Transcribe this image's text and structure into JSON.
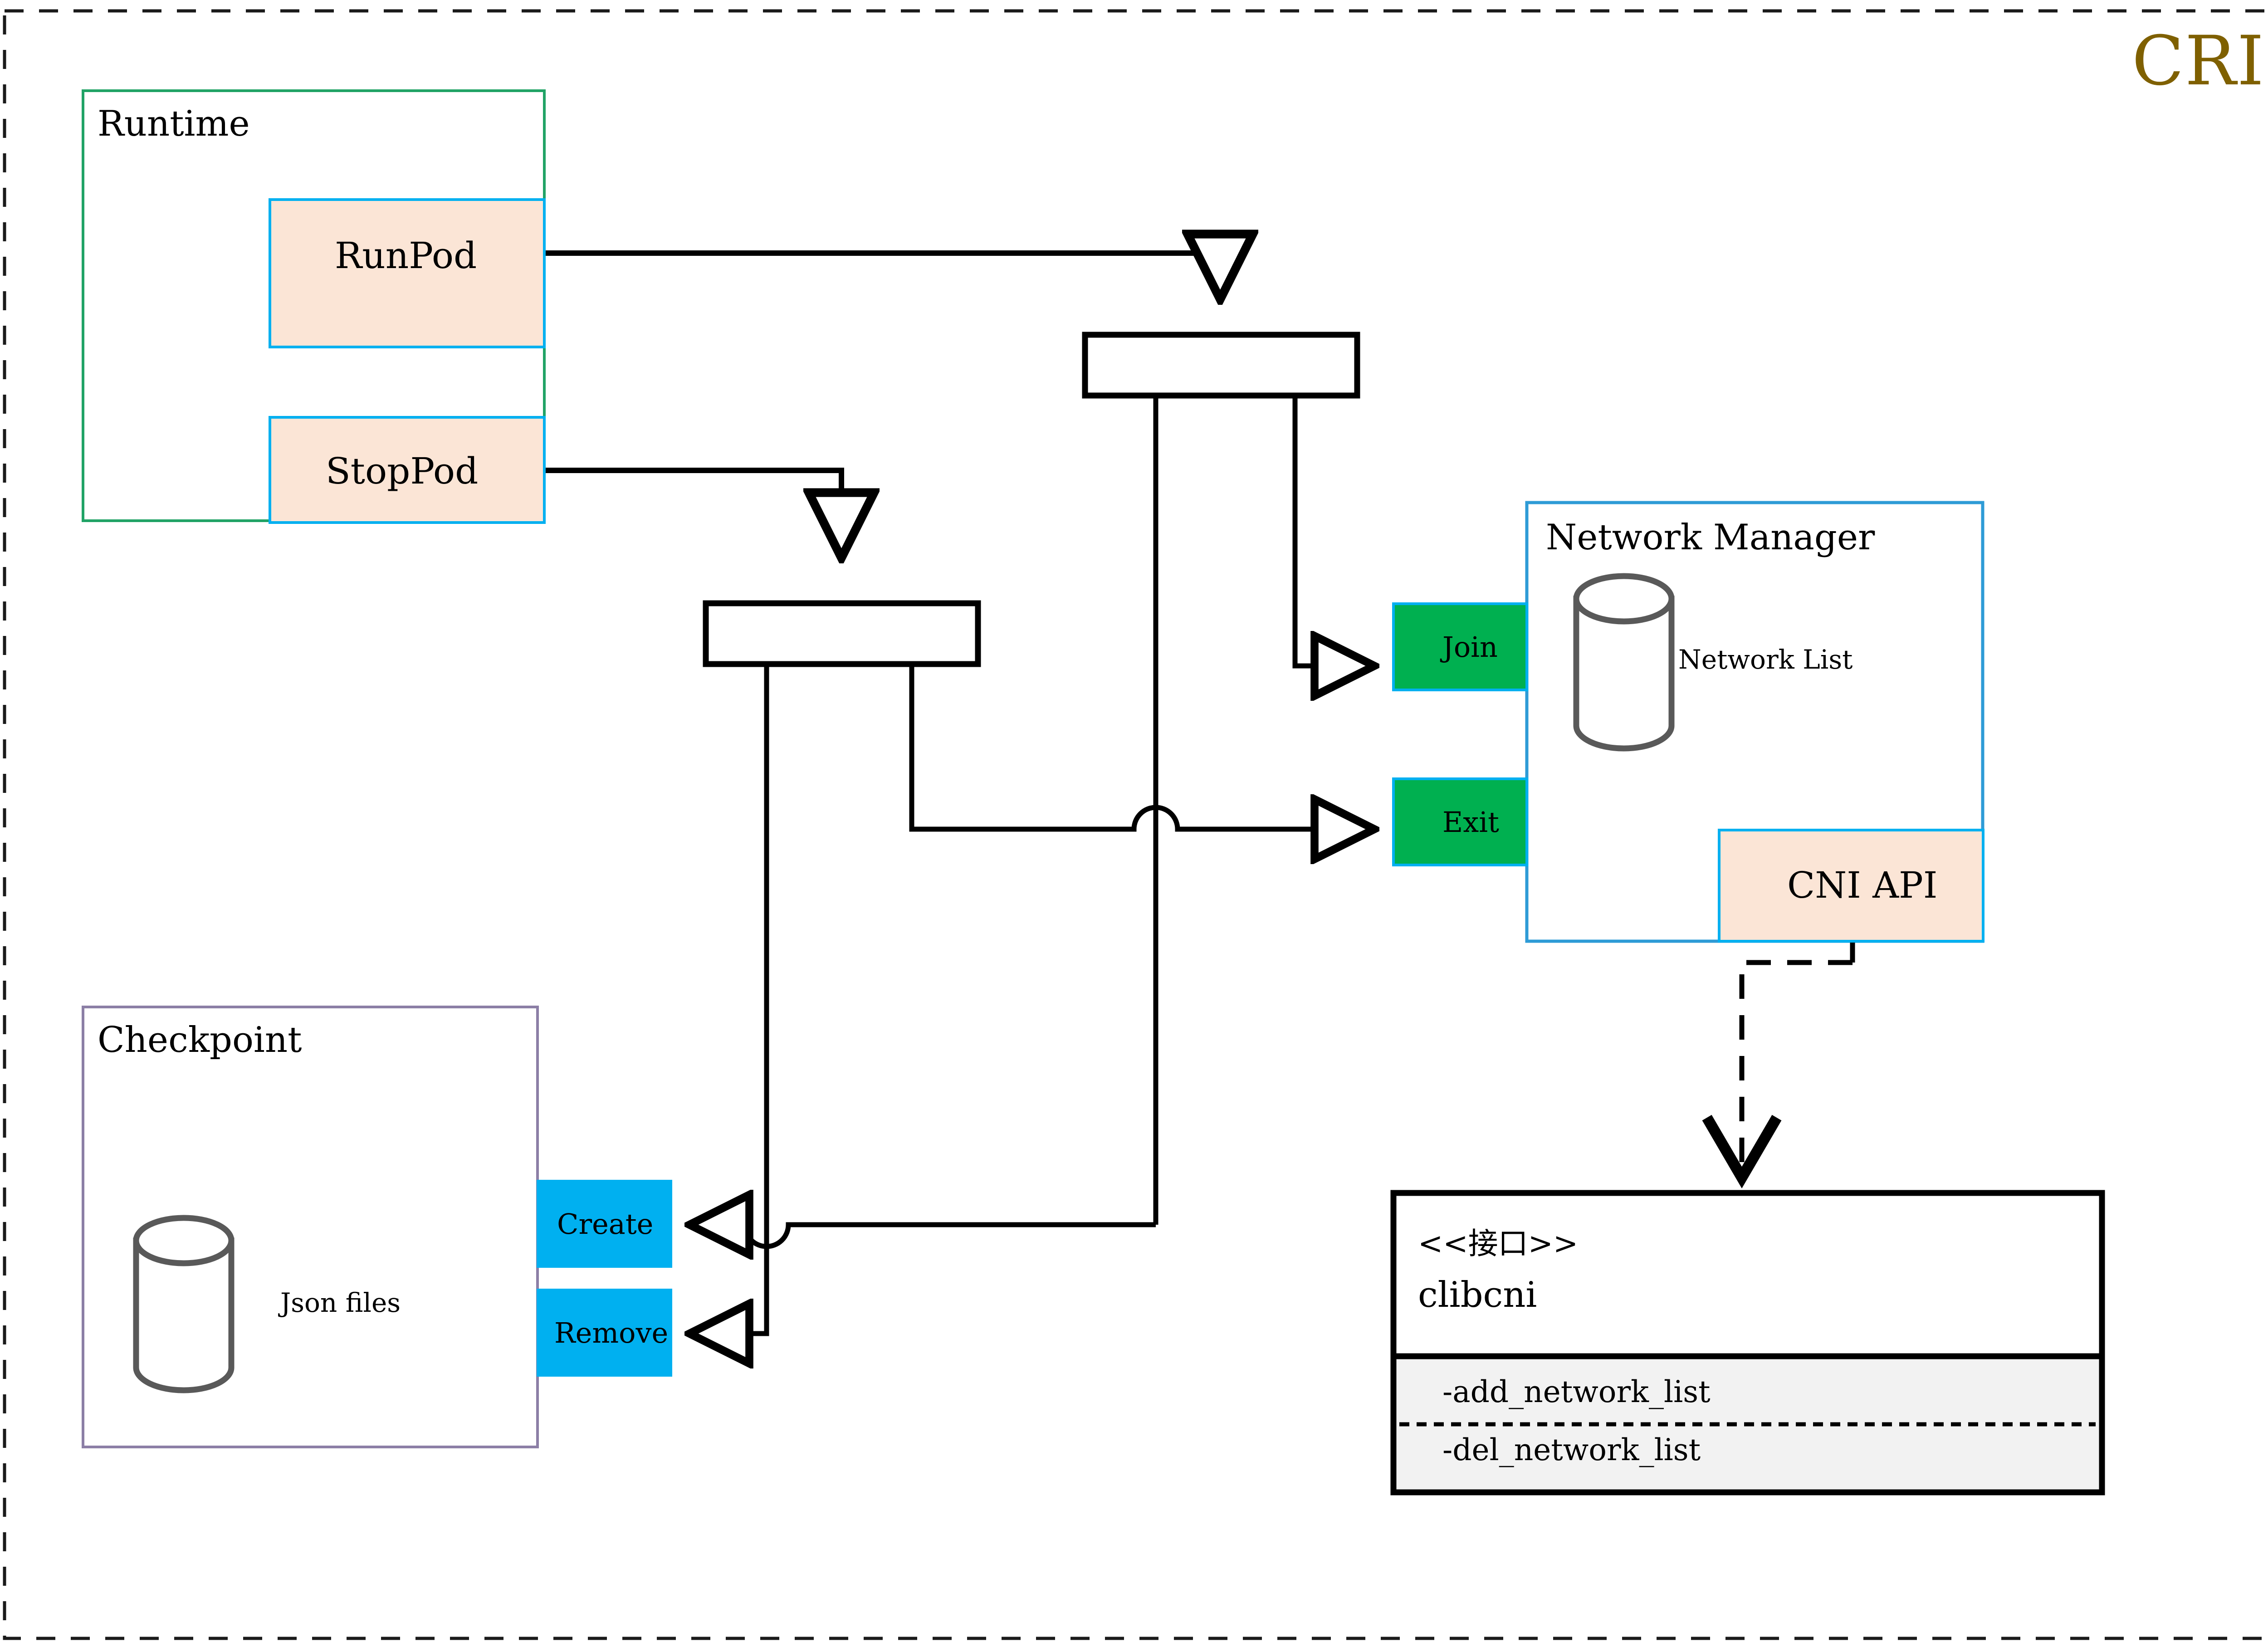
{
  "diagram": {
    "title": "CRI",
    "groups": {
      "runtime": {
        "label": "Runtime",
        "border_color": "#21A366"
      },
      "checkpoint": {
        "label": "Checkpoint",
        "border_color": "#8C7FA6"
      },
      "network_manager": {
        "label": "Network Manager",
        "border_color": "#2E9BD6"
      }
    },
    "runtime_nodes": [
      {
        "label": "RunPod",
        "fill": "#FBE5D6",
        "border": "#00B0F0"
      },
      {
        "label": "StopPod",
        "fill": "#FBE5D6",
        "border": "#00B0F0"
      }
    ],
    "network_nodes": [
      {
        "label": "Join",
        "fill": "#00B050",
        "border": "#00B0F0"
      },
      {
        "label": "Exit",
        "fill": "#00B050",
        "border": "#00B0F0"
      }
    ],
    "checkpoint_nodes": [
      {
        "label": "Create",
        "fill": "#00B0F0",
        "border": "#00B0F0"
      },
      {
        "label": "Remove",
        "fill": "#00B0F0",
        "border": "#00B0F0"
      }
    ],
    "cni_api": {
      "label": "CNI API",
      "fill": "#FBE5D6",
      "border": "#00B0F0"
    },
    "datastores": [
      {
        "label": "Network List",
        "parent": "network_manager"
      },
      {
        "label": "Json files",
        "parent": "checkpoint"
      }
    ],
    "interface_box": {
      "stereotype": "<<接口>>",
      "name": "clibcni",
      "operations": [
        "-add_network_list",
        "-del_network_list"
      ],
      "ops_fill": "#F2F2F2"
    },
    "junctions": [
      {
        "name": "runpod-fork",
        "label": ""
      },
      {
        "name": "stoppod-fork",
        "label": ""
      }
    ],
    "outer_frame": {
      "style": "dashed",
      "color": "#1A1A1A"
    }
  }
}
